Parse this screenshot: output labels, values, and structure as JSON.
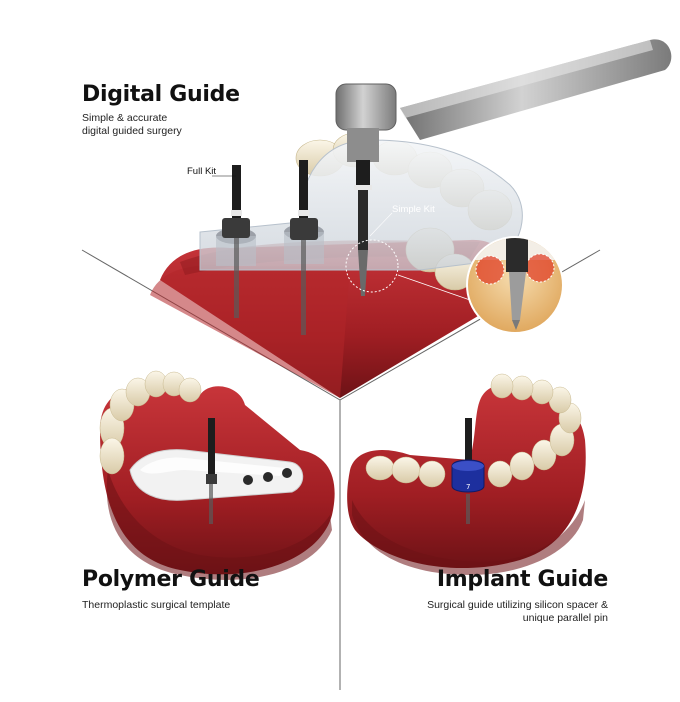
{
  "sections": {
    "digital": {
      "title": "Digital Guide",
      "subtitle_line1": "Simple & accurate",
      "subtitle_line2": "digital guided surgery"
    },
    "polymer": {
      "title": "Polymer Guide",
      "subtitle": "Thermoplastic surgical template"
    },
    "implant": {
      "title": "Implant Guide",
      "subtitle_line1": "Surgical guide utilizing silicon spacer &",
      "subtitle_line2": "unique parallel pin"
    }
  },
  "callouts": {
    "full_kit": "Full Kit",
    "simple_kit": "Simple Kit",
    "abutment_number": "7"
  },
  "colors": {
    "gum": "#b3262a",
    "gum_dark": "#7a1418",
    "tooth": "#efe6cf",
    "guide": "#dfe4ea",
    "handpiece": "#9a9a9a",
    "bone": "#e9c88a",
    "spacer_blue": "#1d2f9e"
  }
}
